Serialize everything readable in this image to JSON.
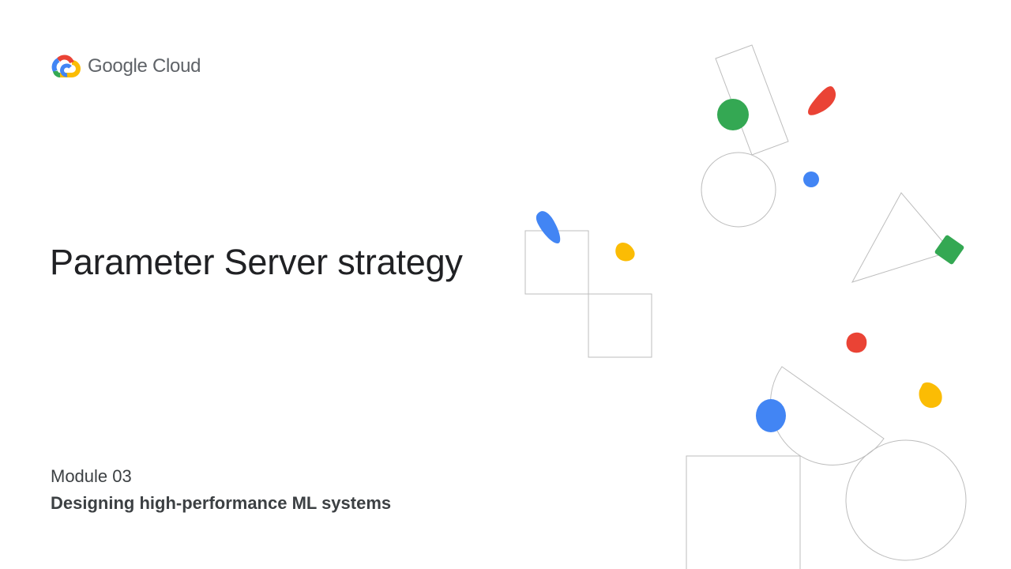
{
  "brand": {
    "name": "Google Cloud",
    "colors": {
      "blue": "#4285f4",
      "red": "#ea4335",
      "yellow": "#fbbc04",
      "green": "#34a853"
    },
    "logo_icon": "cloud-icon"
  },
  "slide": {
    "title": "Parameter Server strategy",
    "module": "Module 03",
    "course": "Designing high-performance ML systems"
  },
  "decor": {
    "outline_color": "#bdbdbd",
    "shapes": [
      "rotated-rectangle",
      "circle-outline",
      "square-pair",
      "triangle",
      "semicircle",
      "square-outline",
      "large-circle-outline",
      "green-dot",
      "red-drop",
      "blue-dot",
      "blue-drop",
      "yellow-drop",
      "green-square",
      "red-dot",
      "yellow-drop-small",
      "blue-oval"
    ]
  }
}
